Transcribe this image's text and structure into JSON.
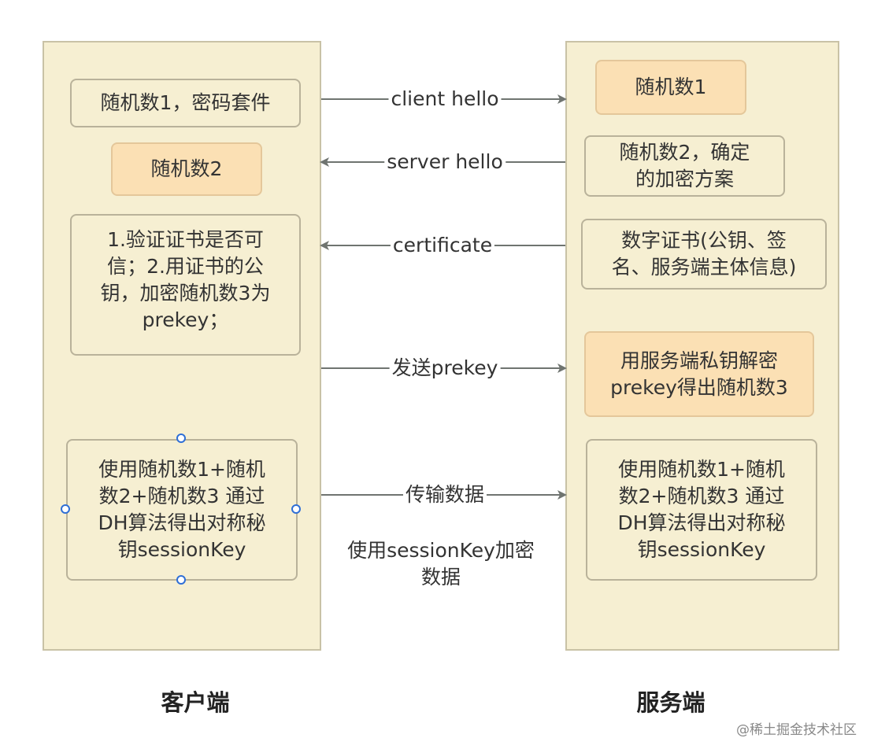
{
  "client": {
    "title": "客户端",
    "boxes": [
      [
        "随机数1，密码套件"
      ],
      [
        "随机数2"
      ],
      [
        "1.验证证书是否可",
        "信；2.用证书的公",
        "钥，加密随机数3为",
        "prekey；"
      ],
      [
        "使用随机数1+随机",
        "数2+随机数3 通过",
        "DH算法得出对称秘",
        "钥sessionKey"
      ]
    ]
  },
  "server": {
    "title": "服务端",
    "boxes": [
      [
        "随机数1"
      ],
      [
        "随机数2，确定",
        "的加密方案"
      ],
      [
        "数字证书(公钥、签",
        "名、服务端主体信息)"
      ],
      [
        "用服务端私钥解密",
        "prekey得出随机数3"
      ],
      [
        "使用随机数1+随机",
        "数2+随机数3 通过",
        "DH算法得出对称秘",
        "钥sessionKey"
      ]
    ]
  },
  "messages": [
    {
      "label": "client hello",
      "direction": "to-server"
    },
    {
      "label": "server hello",
      "direction": "to-client"
    },
    {
      "label": "certificate",
      "direction": "to-client"
    },
    {
      "label": "发送prekey",
      "direction": "to-server"
    },
    {
      "label": "传输数据",
      "direction": "to-server"
    }
  ],
  "note": [
    "使用sessionKey加密",
    "数据"
  ],
  "watermark": "@稀土掘金技术社区",
  "colors": {
    "panel": "#f6efd2",
    "highlight": "#fbe0b4",
    "arrow": "#6f7470",
    "handle": "#2f6fd6"
  }
}
